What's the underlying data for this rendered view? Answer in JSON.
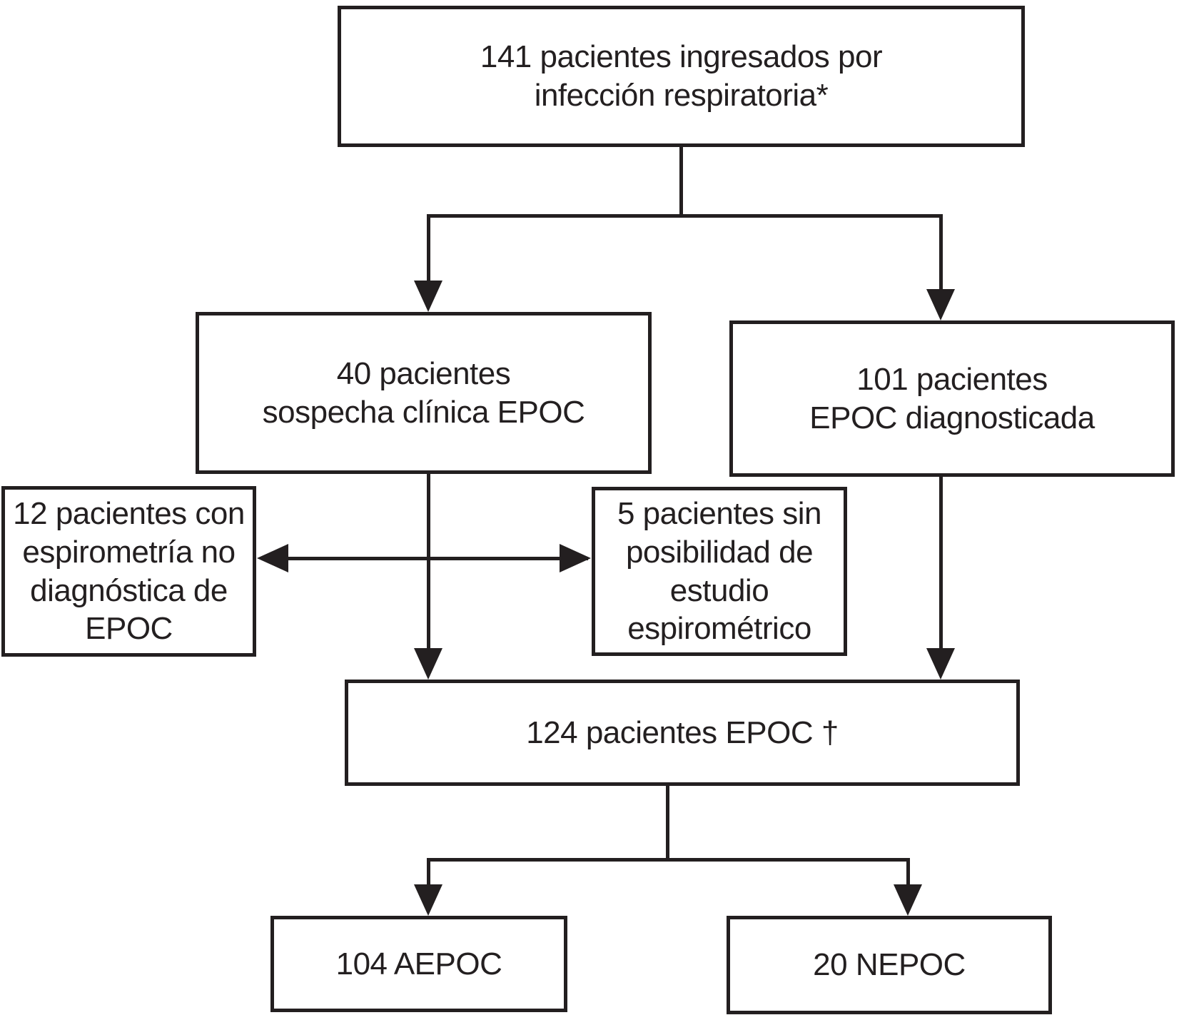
{
  "flowchart": {
    "nodes": [
      {
        "id": "admitted",
        "label": "141 pacientes ingresados por\ninfección respiratoria*"
      },
      {
        "id": "suspected-copd",
        "label": "40 pacientes\nsospecha clínica EPOC"
      },
      {
        "id": "diagnosed-copd",
        "label": "101 pacientes\nEPOC diagnosticada"
      },
      {
        "id": "non-diagnostic-spirometry",
        "label": "12 pacientes con\nespirometría no\ndiagnóstica de\nEPOC"
      },
      {
        "id": "no-spirometry-possible",
        "label": "5 pacientes sin\nposibilidad de\nestudio\nespirométrico"
      },
      {
        "id": "copd-total",
        "label": "124 pacientes EPOC †"
      },
      {
        "id": "aepoc",
        "label": "104 AEPOC"
      },
      {
        "id": "nepoc",
        "label": "20 NEPOC"
      }
    ],
    "edges": [
      {
        "from": "admitted",
        "to": "suspected-copd",
        "type": "arrow"
      },
      {
        "from": "admitted",
        "to": "diagnosed-copd",
        "type": "arrow"
      },
      {
        "from": "suspected-copd",
        "to": "non-diagnostic-spirometry",
        "type": "arrow"
      },
      {
        "from": "suspected-copd",
        "to": "no-spirometry-possible",
        "type": "arrow"
      },
      {
        "from": "suspected-copd",
        "to": "copd-total",
        "type": "arrow"
      },
      {
        "from": "diagnosed-copd",
        "to": "copd-total",
        "type": "arrow"
      },
      {
        "from": "copd-total",
        "to": "aepoc",
        "type": "arrow"
      },
      {
        "from": "copd-total",
        "to": "nepoc",
        "type": "arrow"
      }
    ],
    "colors": {
      "line": "#231f20",
      "text": "#231f20",
      "background": "#ffffff"
    }
  }
}
